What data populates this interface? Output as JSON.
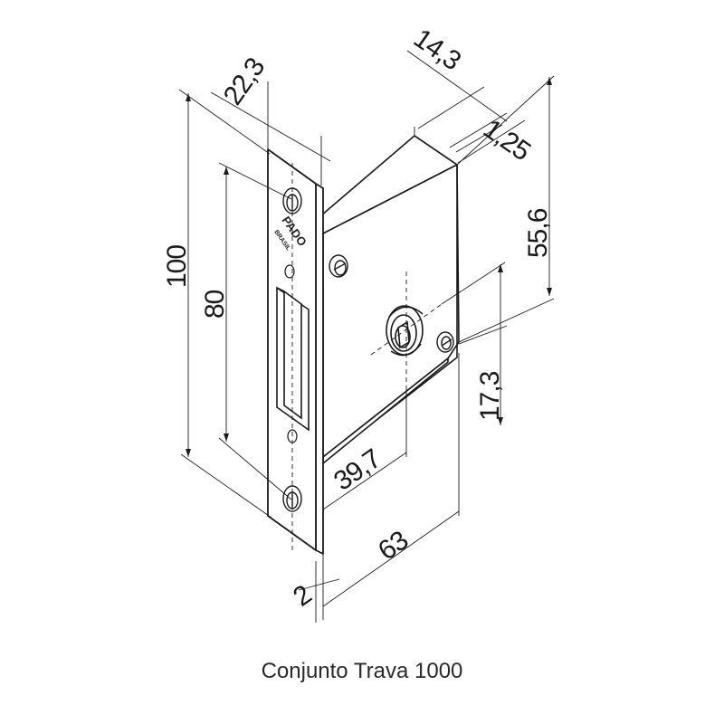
{
  "dimensions": {
    "d_22_3": "22,3",
    "d_14_3": "14,3",
    "d_1_25": "1,25",
    "d_55_6": "55,6",
    "d_100": "100",
    "d_80": "80",
    "d_17_3": "17,3",
    "d_39_7": "39,7",
    "d_63": "63",
    "d_2": "2"
  },
  "plate_markings": {
    "brand": "PADO",
    "origin": "BRASIL"
  },
  "caption": "Conjunto Trava 1000"
}
